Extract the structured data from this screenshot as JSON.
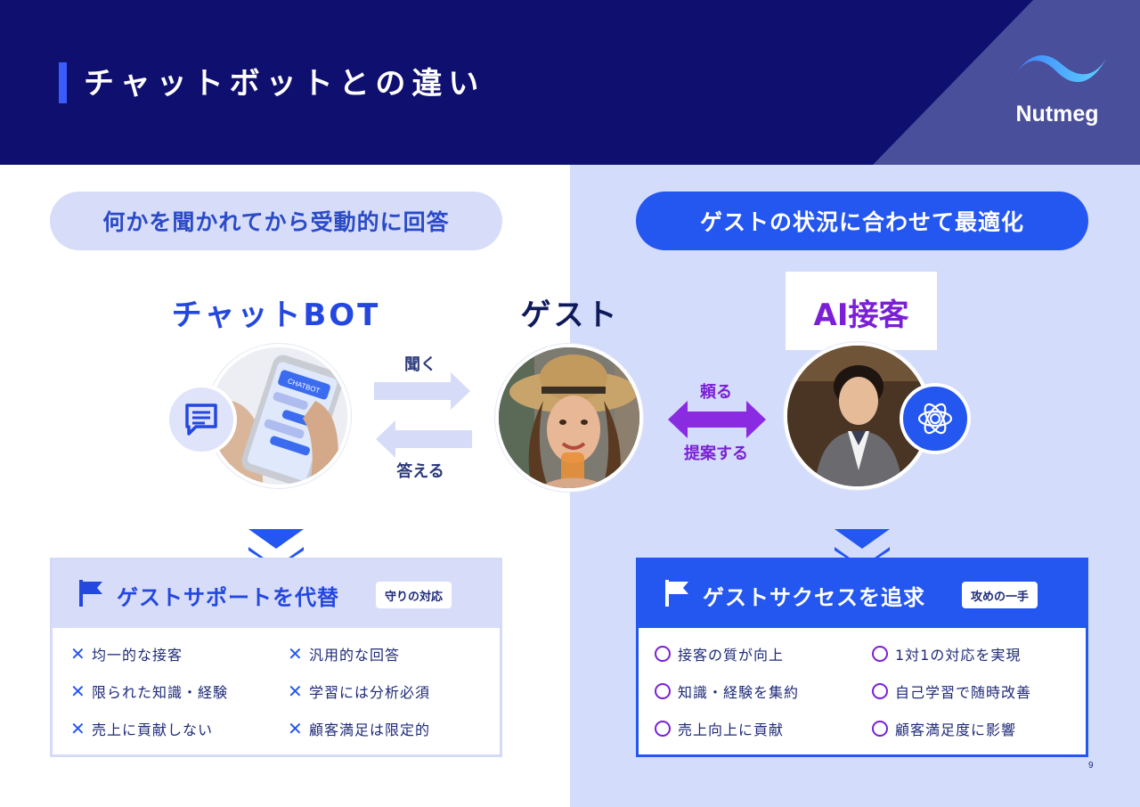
{
  "header": {
    "title": "チャットボットとの違い",
    "logo_text": "Nutmeg"
  },
  "left": {
    "pill": "何かを聞かれてから受動的に回答",
    "actor_label": "チャットBOT",
    "box_title": "ゲストサポートを代替",
    "box_tag": "守りの対応",
    "items": [
      "均一的な接客",
      "汎用的な回答",
      "限られた知識・経験",
      "学習には分析必須",
      "売上に貢献しない",
      "顧客満足は限定的"
    ]
  },
  "center": {
    "guest_label": "ゲスト",
    "ask_label": "聞く",
    "answer_label": "答える",
    "rely_label": "頼る",
    "propose_label": "提案する"
  },
  "right": {
    "pill": "ゲストの状況に合わせて最適化",
    "actor_label": "AI接客",
    "box_title": "ゲストサクセスを追求",
    "box_tag": "攻めの一手",
    "items": [
      "接客の質が向上",
      "1対1の対応を実現",
      "知識・経験を集約",
      "自己学習で随時改善",
      "売上向上に貢献",
      "顧客満足度に影響"
    ]
  },
  "phone_screen_text": "CHATBOT",
  "page_number": "9",
  "colors": {
    "header_bg": "#0f0f70",
    "accent_blue": "#2456f0",
    "accent_purple": "#7b1fd6",
    "light_panel": "#d4dcfb"
  },
  "icons": {
    "left_badge": "message-icon",
    "right_badge": "ai-flower-icon",
    "box_flag": "flag-icon",
    "negative_mark": "cross-mark-icon",
    "positive_mark": "circle-mark-icon"
  }
}
